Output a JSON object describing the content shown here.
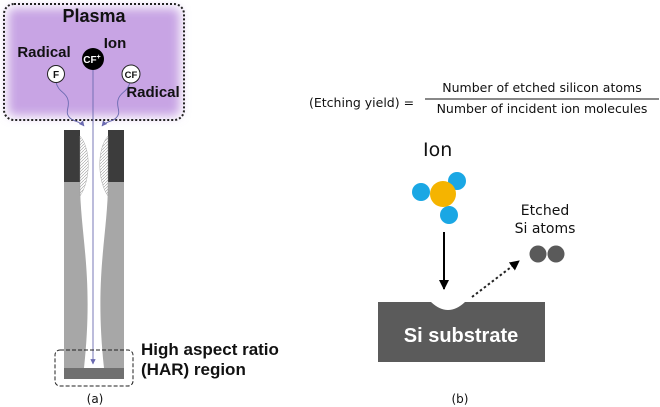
{
  "panel_a": {
    "plasma_label": "Plasma",
    "radical_label_left": "Radical",
    "radical_label_right": "Radical",
    "ion_label": "Ion",
    "particle_f": "F",
    "particle_cf": "CF",
    "particle_ion": "CF",
    "particle_ion_charge": "+",
    "har_label_line1": "High aspect ratio",
    "har_label_line2": "(HAR) region",
    "caption": "(a)",
    "colors": {
      "plasma": "#c8a4e4",
      "mask": "#3c3c3c",
      "wall": "#a7a7a7",
      "bottom": "#707070"
    }
  },
  "panel_b": {
    "yield_lhs": "(Etching yield) =",
    "yield_numerator": "Number of etched silicon atoms",
    "yield_denominator": "Number of incident ion molecules",
    "ion_label": "Ion",
    "etched_label_line1": "Etched",
    "etched_label_line2": "Si atoms",
    "substrate_label": "Si substrate",
    "caption": "(b)",
    "colors": {
      "ion_center": "#f5b400",
      "ion_outer": "#1aa7e4",
      "substrate": "#5b5b5b",
      "etched_atom": "#5a5a5a"
    }
  }
}
